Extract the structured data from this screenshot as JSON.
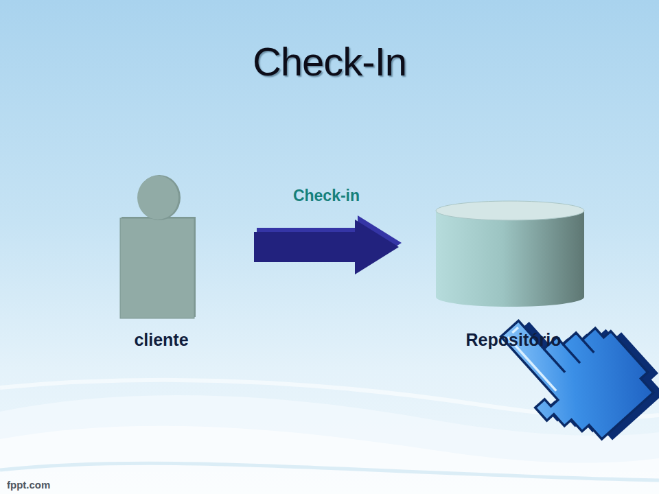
{
  "diagram": {
    "title": "Check-In",
    "nodes": [
      {
        "text": [
          "cliente"
        ]
      },
      {
        "text": [
          "Repositório"
        ]
      }
    ],
    "edges": [
      {
        "from": 0,
        "to": 1,
        "label": "Check-in",
        "arrow": "to"
      }
    ],
    "labels": [
      "fppt.com"
    ]
  }
}
